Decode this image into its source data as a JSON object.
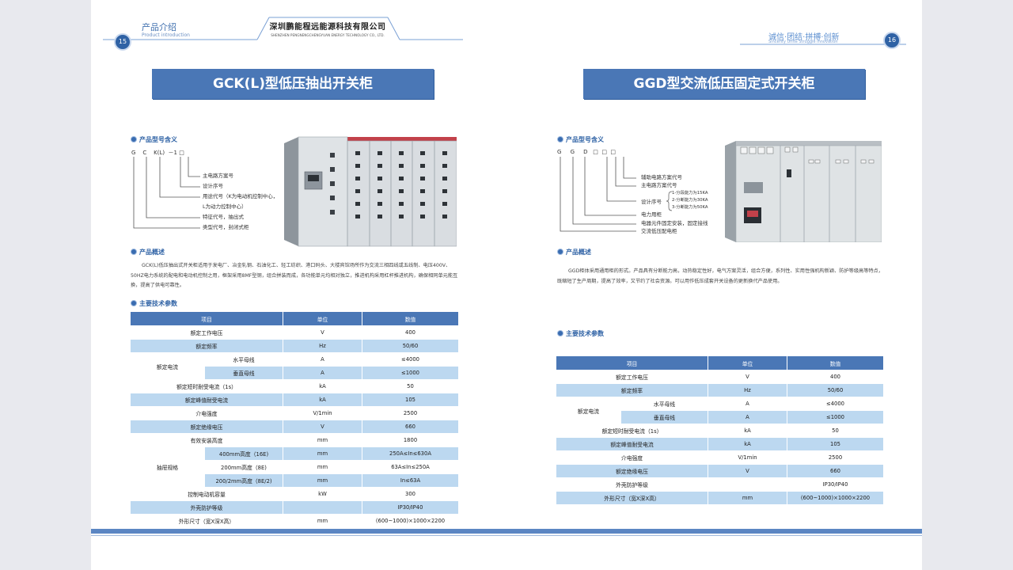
{
  "header": {
    "left_title": "产品介绍",
    "left_subtitle": "Product introduction",
    "left_page": "15",
    "company_name": "深圳鹏能程远能源科技有限公司",
    "company_en": "SHENZHEN PENGNENGCHENGYUAN ENERGY TECHNOLOGY CO., LTD.",
    "right_title": "诚信·团结·拼搏·创新",
    "right_subtitle": "Sincerity Unite Struggle Innovation",
    "right_page": "16"
  },
  "left": {
    "banner": "GCK(L)型低压抽出开关柜",
    "model_section_title": "产品型号含义",
    "model_code": [
      "G",
      "C",
      "K(L)",
      "－1",
      "□"
    ],
    "model_legend": [
      "主电路方案号",
      "设计序号",
      "用途代号（K为电动机控制中心，",
      "L为动力控制中心）",
      "特征代号，抽出式",
      "类型代号，封闭式柜"
    ],
    "overview_title": "产品概述",
    "overview_text": "GCK(L)低压抽出式开关柜适用于发电厂、冶金轧钢、石油化工、轻工纺织、港口码头、大楼宾馆场所作为交流三相四线或五线制、电压400V、50HZ电力系统的配电和电动机控制之用，框架采用8MF型钢，组合拼装而成，各功能单元均相对独立，推进机构采用杠杆推进机构，确保相同单元能互换，提高了供电可靠性。",
    "tech_title": "主要技术参数",
    "table": {
      "headers": [
        "项目",
        "单位",
        "数值"
      ],
      "rows": [
        {
          "item": "额定工作电压",
          "unit": "V",
          "value": "400"
        },
        {
          "item": "额定频率",
          "unit": "Hz",
          "value": "50/60"
        },
        {
          "group": "额定电流",
          "item": "水平母线",
          "unit": "A",
          "value": "≤4000"
        },
        {
          "item": "垂直母线",
          "unit": "A",
          "value": "≤1000"
        },
        {
          "item": "额定短时耐受电流（1s）",
          "unit": "kA",
          "value": "50"
        },
        {
          "item": "额定峰值耐受电流",
          "unit": "kA",
          "value": "105"
        },
        {
          "item": "介电强度",
          "unit": "V/1min",
          "value": "2500"
        },
        {
          "item": "额定绝缘电压",
          "unit": "V",
          "value": "660"
        },
        {
          "item": "有效安装高度",
          "unit": "mm",
          "value": "1800"
        },
        {
          "group": "抽屉规格",
          "item": "400mm高度（16E)",
          "unit": "mm",
          "value": "250A≤In≤630A"
        },
        {
          "item": "200mm高度（8E)",
          "unit": "mm",
          "value": "63A≤In≤250A"
        },
        {
          "item": "200/2mm高度（8E/2)",
          "unit": "mm",
          "value": "In≤63A"
        },
        {
          "item": "控制电动机容量",
          "unit": "kW",
          "value": "300"
        },
        {
          "item": "外壳防护等级",
          "unit": "",
          "value": "IP30/IP40"
        },
        {
          "item": "外形尺寸（宽X深X高）",
          "unit": "mm",
          "value": "(600~1000)×1000×2200"
        }
      ]
    }
  },
  "right": {
    "banner": "GGD型交流低压固定式开关柜",
    "model_section_title": "产品型号含义",
    "model_code": [
      "G",
      "G",
      "D",
      "□",
      "□",
      "□"
    ],
    "model_legend": [
      "辅助电路方案代号",
      "主电路方案代号",
      "设计序号",
      "电力用柜",
      "电器元件固定安装，固定接线",
      "交流低压配电柜"
    ],
    "design_options": [
      "1-分段能力为15KA",
      "2-分断能力为30KA",
      "3-分断能力为50KA"
    ],
    "overview_title": "产品概述",
    "overview_text": "GGD柜体采用通用柜的形式。产品具有分断能力高，动热稳定性好，电气方案灵活，组合方便，系列性、实用性强机构新颖、防护等级高等特点，既缩短了生产周期，提高了效率，又节约了社会资源。可以用作低压成套开关设备的更新换代产品使用。",
    "tech_title": "主要技术参数",
    "table": {
      "headers": [
        "项目",
        "单位",
        "数值"
      ],
      "rows": [
        {
          "item": "额定工作电压",
          "unit": "V",
          "value": "400"
        },
        {
          "item": "额定频率",
          "unit": "Hz",
          "value": "50/60"
        },
        {
          "group": "额定电流",
          "item": "水平母线",
          "unit": "A",
          "value": "≤4000"
        },
        {
          "item": "垂直母线",
          "unit": "A",
          "value": "≤1000"
        },
        {
          "item": "额定短时耐受电流（1s）",
          "unit": "kA",
          "value": "50"
        },
        {
          "item": "额定峰值耐受电流",
          "unit": "kA",
          "value": "105"
        },
        {
          "item": "介电强度",
          "unit": "V/1min",
          "value": "2500"
        },
        {
          "item": "额定绝缘电压",
          "unit": "V",
          "value": "660"
        },
        {
          "item": "外壳防护等级",
          "unit": "",
          "value": "IP30/IP40"
        },
        {
          "item": "外形尺寸（宽X深X高）",
          "unit": "mm",
          "value": "(600~1000)×1000×2200"
        }
      ]
    }
  },
  "colors": {
    "brand_blue": "#4a77b6",
    "row_light_blue": "#bcd8f0",
    "page_background": "#e8e9ee"
  }
}
